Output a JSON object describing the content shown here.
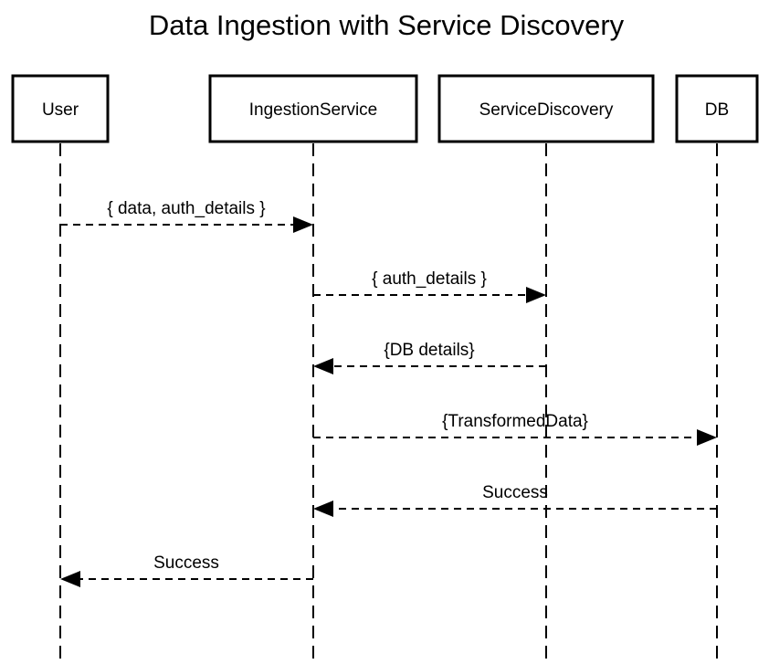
{
  "title": "Data Ingestion with Service Discovery",
  "actors": [
    {
      "id": "user",
      "label": "User"
    },
    {
      "id": "ingestion",
      "label": "IngestionService"
    },
    {
      "id": "discovery",
      "label": "ServiceDiscovery"
    },
    {
      "id": "db",
      "label": "DB"
    }
  ],
  "messages": [
    {
      "from": "user",
      "to": "ingestion",
      "label": "{ data, auth_details }"
    },
    {
      "from": "ingestion",
      "to": "discovery",
      "label": "{ auth_details }"
    },
    {
      "from": "discovery",
      "to": "ingestion",
      "label": "{DB details}"
    },
    {
      "from": "ingestion",
      "to": "db",
      "label": "{TransformedData}"
    },
    {
      "from": "db",
      "to": "ingestion",
      "label": "Success"
    },
    {
      "from": "ingestion",
      "to": "user",
      "label": "Success"
    }
  ],
  "colors": {
    "line": "#000000",
    "background": "#ffffff"
  }
}
